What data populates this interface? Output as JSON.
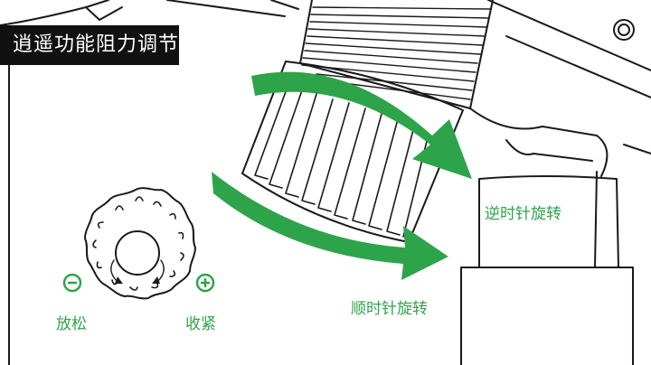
{
  "title": "逍遥功能阻力调节",
  "labels": {
    "counterclockwise": "逆时针旋转",
    "clockwise": "顺时针旋转",
    "loosen": "放松",
    "tighten": "收紧"
  },
  "icons": {
    "minus": "minus-circle-icon",
    "plus": "plus-circle-icon"
  },
  "colors": {
    "accent": "#2ea44a",
    "line": "#1a1a1a",
    "title_bg": "#111111",
    "title_text": "#ffffff"
  }
}
